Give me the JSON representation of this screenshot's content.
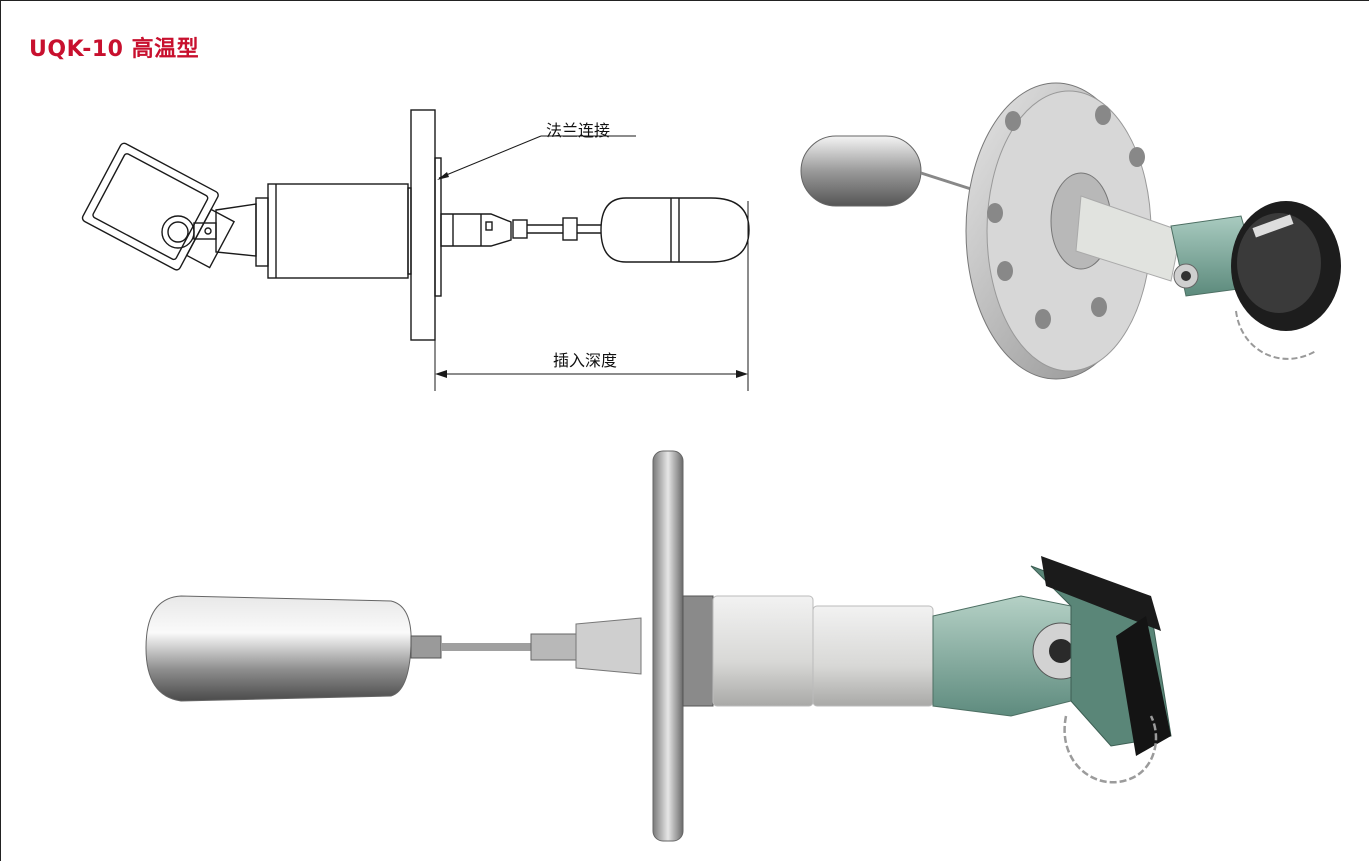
{
  "title": "UQK-10 高温型",
  "title_color": "#c8102e",
  "drawing": {
    "flange_label": "法兰连接",
    "depth_label": "插入深度"
  },
  "figures": [
    {
      "name": "technical-line-drawing"
    },
    {
      "name": "product-photo-angled"
    },
    {
      "name": "product-photo-side"
    }
  ]
}
